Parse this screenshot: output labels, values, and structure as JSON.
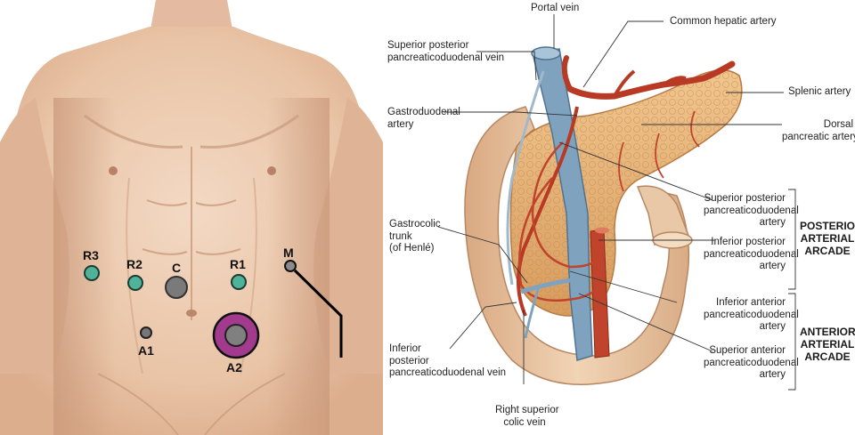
{
  "ports": [
    {
      "id": "R3",
      "label": "R3"
    },
    {
      "id": "R2",
      "label": "R2"
    },
    {
      "id": "C",
      "label": "C"
    },
    {
      "id": "R1",
      "label": "R1"
    },
    {
      "id": "M",
      "label": "M"
    },
    {
      "id": "A1",
      "label": "A1"
    },
    {
      "id": "A2",
      "label": "A2"
    }
  ],
  "anatomy": {
    "portal_vein": "Portal vein",
    "common_hepatic_artery": "Common hepatic artery",
    "superior_posterior_vein": [
      "Superior posterior",
      "pancreaticoduodenal vein"
    ],
    "splenic_artery": "Splenic artery",
    "gastroduodenal_artery": [
      "Gastroduodenal",
      "artery"
    ],
    "dorsal_pancreatic_artery": [
      "Dorsal",
      "pancreatic artery"
    ],
    "superior_posterior_artery": [
      "Superior posterior",
      "pancreaticoduodenal",
      "artery"
    ],
    "inferior_posterior_artery": [
      "Inferior posterior",
      "pancreaticoduodenal",
      "artery"
    ],
    "gastrocolic_trunk": [
      "Gastrocolic",
      "trunk",
      "(of Henlé)"
    ],
    "inferior_anterior_artery": [
      "Inferior anterior",
      "pancreaticoduodenal",
      "artery"
    ],
    "superior_anterior_artery": [
      "Superior anterior",
      "pancreaticoduodenal",
      "artery"
    ],
    "inferior_posterior_vein": [
      "Inferior",
      "posterior",
      "pancreaticoduodenal vein"
    ],
    "right_superior_colic_vein": [
      "Right superior",
      "colic vein"
    ],
    "posterior_arcade": [
      "POSTERIOR",
      "ARTERIAL",
      "ARCADE"
    ],
    "anterior_arcade": [
      "ANTERIOR",
      "ARTERIAL",
      "ARCADE"
    ]
  },
  "colors": {
    "skin": "#e9c6ab",
    "port_teal": "#4fb39a",
    "port_gray": "#777777",
    "port_magenta": "#a23a8e",
    "pancreas": "#e6b27a",
    "duodenum": "#e7c29b",
    "artery": "#c0432c",
    "vein": "#7fa3bf"
  }
}
